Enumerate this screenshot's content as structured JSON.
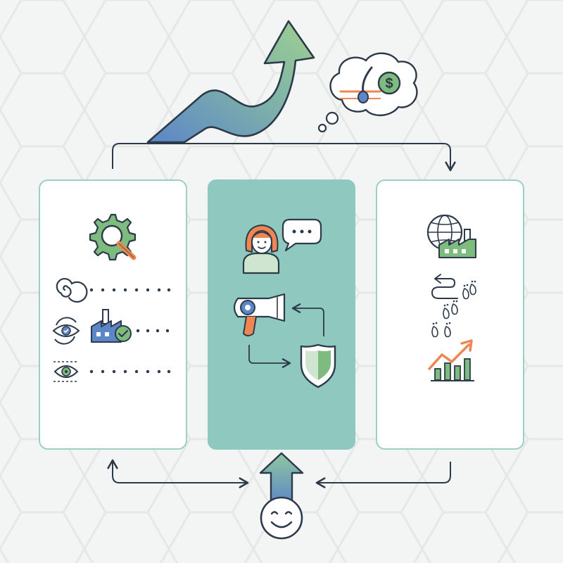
{
  "diagram": {
    "colors": {
      "background": "#f3f4f4",
      "hexagon_pattern": "#e8eaea",
      "outline": "#2d3a4a",
      "panel_border": "#9ccfc6",
      "panel_fill": "#ffffff",
      "center_panel_fill": "#8fc8be",
      "accent_green": "#7dbb7f",
      "accent_blue": "#5b86c8",
      "accent_orange": "#ef8652",
      "soft_green": "#cfe5cf"
    },
    "panels": [
      {
        "id": "left",
        "icons": [
          "gear-magnifier-icon",
          "spiral-icon",
          "eye-cycle-icon",
          "factory-check-icon",
          "eye-icon"
        ]
      },
      {
        "id": "center",
        "icons": [
          "person-icon",
          "speech-bubble-icon",
          "hair-dryer-icon",
          "shield-icon"
        ]
      },
      {
        "id": "right",
        "icons": [
          "globe-factory-icon",
          "route-arrow-icon",
          "footprints-icon",
          "growth-chart-icon"
        ]
      }
    ],
    "top": {
      "icons": [
        "growth-arrow-icon",
        "thought-cloud-icon",
        "hair-follicle-icon",
        "dollar-coin-icon"
      ]
    },
    "bottom": {
      "icons": [
        "smiley-icon",
        "up-arrow-icon"
      ]
    },
    "currency_symbol": "$"
  }
}
